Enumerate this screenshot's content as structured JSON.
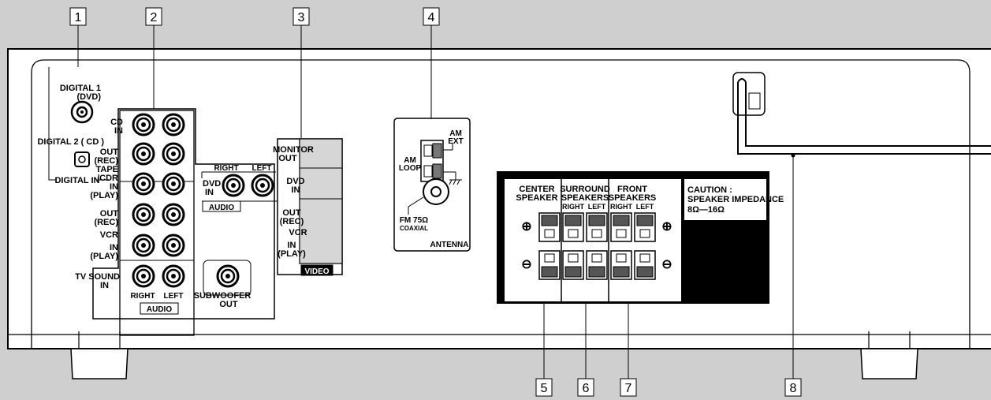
{
  "callouts": [
    "1",
    "2",
    "3",
    "4",
    "5",
    "6",
    "7",
    "8"
  ],
  "digital": {
    "digital1": [
      "DIGITAL 1",
      "(DVD)"
    ],
    "digital2": "DIGITAL 2 ( CD )",
    "digital_in": "DIGITAL IN"
  },
  "audio_inputs": {
    "cd_in": [
      "CD",
      "IN"
    ],
    "tape": [
      "OUT",
      "(REC)",
      "TAPE",
      "/CDR",
      "IN",
      "(PLAY)"
    ],
    "vcr": [
      "OUT",
      "(REC)",
      "VCR",
      "IN",
      "(PLAY)"
    ],
    "tv_sound_in": [
      "TV SOUND",
      "IN"
    ],
    "right": "RIGHT",
    "left": "LEFT",
    "audio": "AUDIO",
    "subwoofer_out": [
      "SUBWOOFER",
      "OUT"
    ]
  },
  "dvd_audio": {
    "dvd_in": [
      "DVD",
      "IN"
    ],
    "right": "RIGHT",
    "left": "LEFT",
    "audio": "AUDIO"
  },
  "video": {
    "monitor_out": [
      "MONITOR",
      "OUT"
    ],
    "dvd_in": [
      "DVD",
      "IN"
    ],
    "vcr": [
      "OUT",
      "(REC)",
      "VCR",
      "IN",
      "(PLAY)"
    ],
    "video": "VIDEO"
  },
  "antenna": {
    "am_ext": [
      "AM",
      "EXT"
    ],
    "am_loop": [
      "AM",
      "LOOP"
    ],
    "fm": [
      "FM 75Ω",
      "COAXIAL"
    ],
    "antenna": "ANTENNA"
  },
  "speakers": {
    "center": [
      "CENTER",
      "SPEAKER"
    ],
    "surround": [
      "SURROUND",
      "SPEAKERS"
    ],
    "front": [
      "FRONT",
      "SPEAKERS"
    ],
    "right": "RIGHT",
    "left": "LEFT",
    "caution": [
      "CAUTION :",
      "SPEAKER IMPEDANCE",
      "8Ω—16Ω"
    ],
    "plus": "⊕",
    "minus": "⊖"
  }
}
